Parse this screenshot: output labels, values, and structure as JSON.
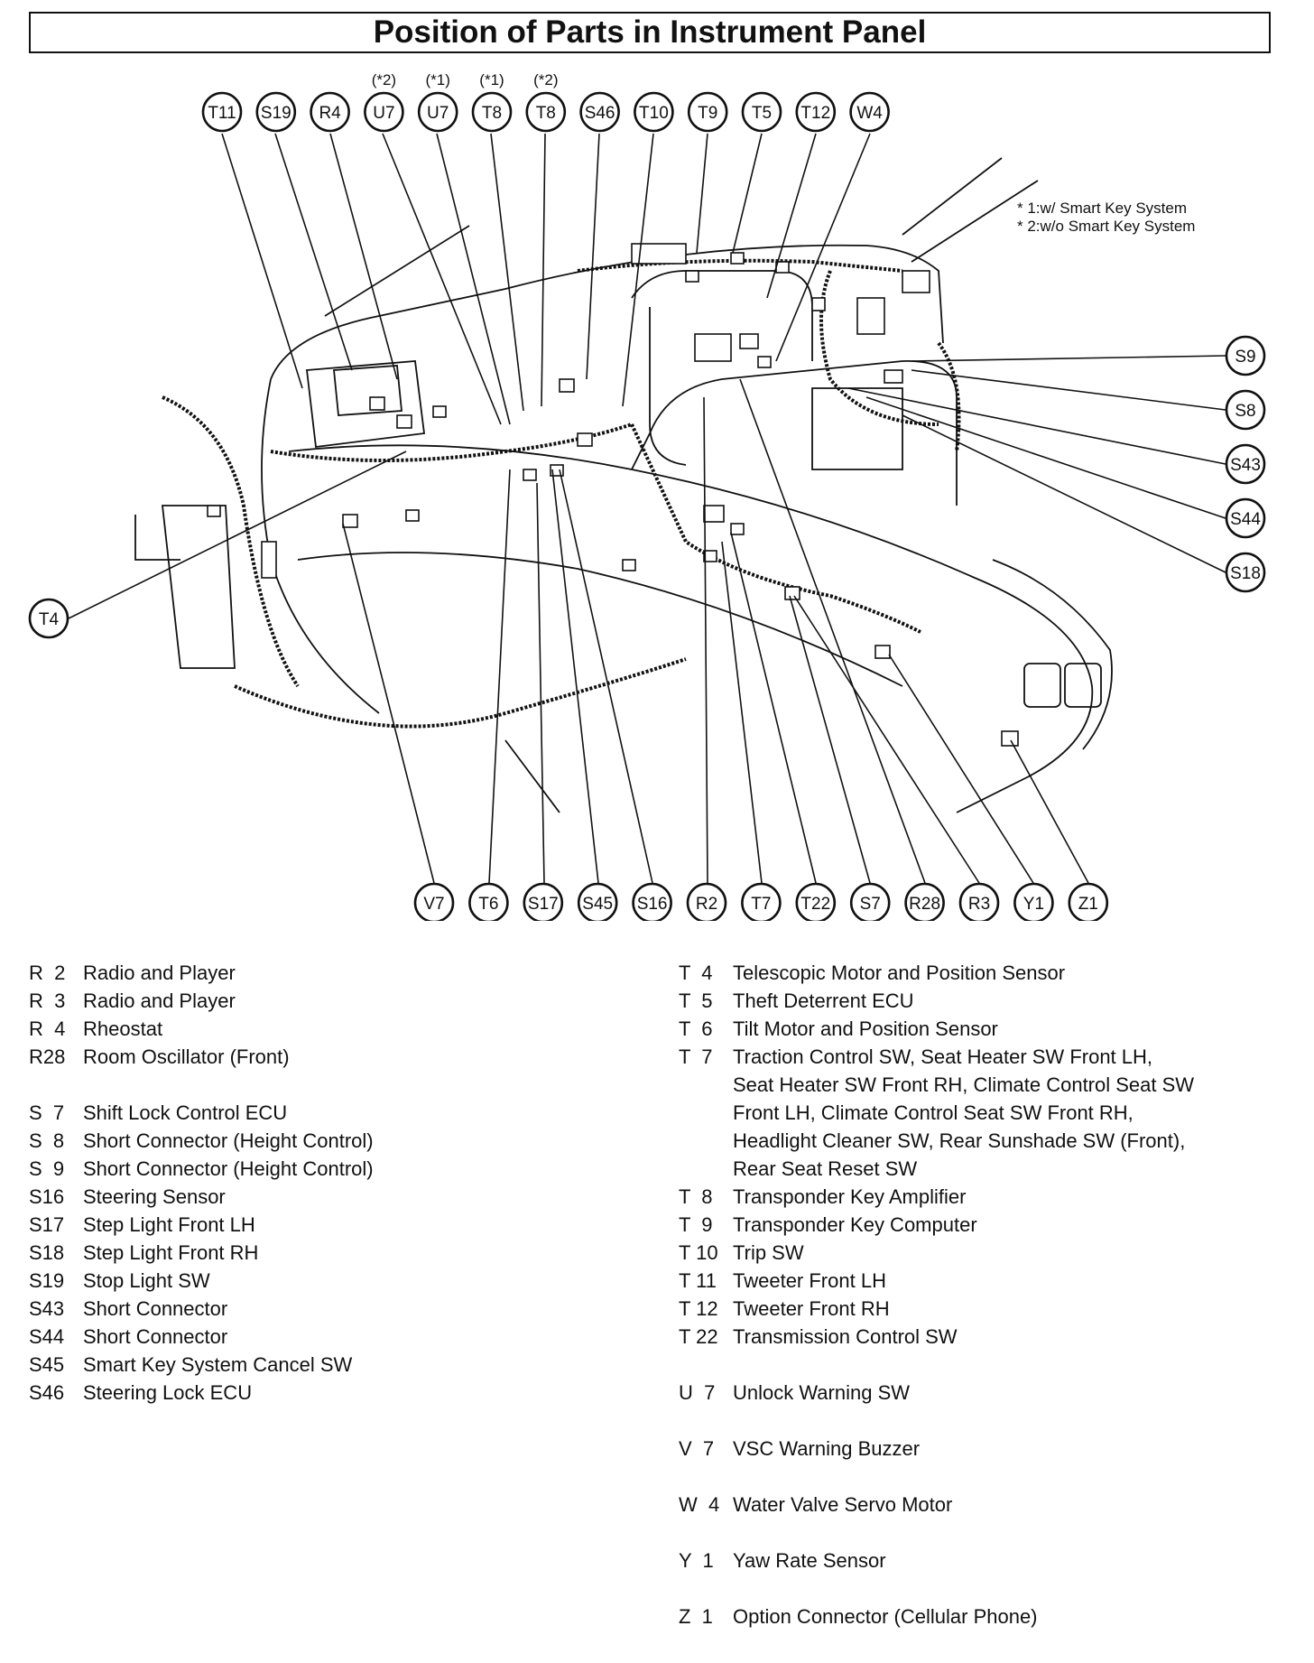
{
  "title": "Position of Parts in Instrument Panel",
  "notes": [
    "* 1:w/ Smart Key System",
    "* 2:w/o Smart Key System"
  ],
  "top_callouts": [
    {
      "label": "T11",
      "note": ""
    },
    {
      "label": "S19",
      "note": ""
    },
    {
      "label": "R4",
      "note": ""
    },
    {
      "label": "U7",
      "note": "(*2)"
    },
    {
      "label": "U7",
      "note": "(*1)"
    },
    {
      "label": "T8",
      "note": "(*1)"
    },
    {
      "label": "T8",
      "note": "(*2)"
    },
    {
      "label": "S46",
      "note": ""
    },
    {
      "label": "T10",
      "note": ""
    },
    {
      "label": "T9",
      "note": ""
    },
    {
      "label": "T5",
      "note": ""
    },
    {
      "label": "T12",
      "note": ""
    },
    {
      "label": "W4",
      "note": ""
    }
  ],
  "right_callouts": [
    "S9",
    "S8",
    "S43",
    "S44",
    "S18"
  ],
  "left_callouts": [
    "T4"
  ],
  "bottom_callouts": [
    "V7",
    "T6",
    "S17",
    "S45",
    "S16",
    "R2",
    "T7",
    "T22",
    "S7",
    "R28",
    "R3",
    "Y1",
    "Z1"
  ],
  "legend_left": [
    {
      "code": "R  2",
      "desc": "Radio and Player"
    },
    {
      "code": "R  3",
      "desc": "Radio and Player"
    },
    {
      "code": "R  4",
      "desc": "Rheostat"
    },
    {
      "code": "R28",
      "desc": "Room Oscillator (Front)"
    },
    {
      "code": "",
      "desc": ""
    },
    {
      "code": "S  7",
      "desc": "Shift Lock Control ECU"
    },
    {
      "code": "S  8",
      "desc": "Short Connector (Height Control)"
    },
    {
      "code": "S  9",
      "desc": "Short Connector (Height Control)"
    },
    {
      "code": "S16",
      "desc": "Steering Sensor"
    },
    {
      "code": "S17",
      "desc": "Step Light Front LH"
    },
    {
      "code": "S18",
      "desc": "Step Light Front RH"
    },
    {
      "code": "S19",
      "desc": "Stop Light SW"
    },
    {
      "code": "S43",
      "desc": "Short Connector"
    },
    {
      "code": "S44",
      "desc": "Short Connector"
    },
    {
      "code": "S45",
      "desc": "Smart Key System Cancel SW"
    },
    {
      "code": "S46",
      "desc": "Steering Lock ECU"
    }
  ],
  "legend_right": [
    {
      "code": "T  4",
      "desc": "Telescopic Motor and Position Sensor"
    },
    {
      "code": "T  5",
      "desc": "Theft Deterrent ECU"
    },
    {
      "code": "T  6",
      "desc": "Tilt Motor and Position Sensor"
    },
    {
      "code": "T  7",
      "desc": "Traction Control SW, Seat Heater SW Front LH,\nSeat Heater SW Front RH, Climate Control Seat SW\nFront LH, Climate Control Seat SW Front RH,\nHeadlight Cleaner SW, Rear Sunshade SW (Front),\nRear Seat Reset SW"
    },
    {
      "code": "T  8",
      "desc": "Transponder Key Amplifier"
    },
    {
      "code": "T  9",
      "desc": "Transponder Key Computer"
    },
    {
      "code": "T 10",
      "desc": "Trip SW"
    },
    {
      "code": "T 11",
      "desc": "Tweeter Front LH"
    },
    {
      "code": "T 12",
      "desc": "Tweeter Front RH"
    },
    {
      "code": "T 22",
      "desc": "Transmission Control SW"
    },
    {
      "code": "",
      "desc": ""
    },
    {
      "code": "U  7",
      "desc": "Unlock Warning SW"
    },
    {
      "code": "",
      "desc": ""
    },
    {
      "code": "V  7",
      "desc": "VSC Warning Buzzer"
    },
    {
      "code": "",
      "desc": ""
    },
    {
      "code": "W  4",
      "desc": "Water Valve Servo Motor"
    },
    {
      "code": "",
      "desc": ""
    },
    {
      "code": "Y  1",
      "desc": "Yaw Rate Sensor"
    },
    {
      "code": "",
      "desc": ""
    },
    {
      "code": "Z  1",
      "desc": "Option Connector (Cellular Phone)"
    }
  ]
}
